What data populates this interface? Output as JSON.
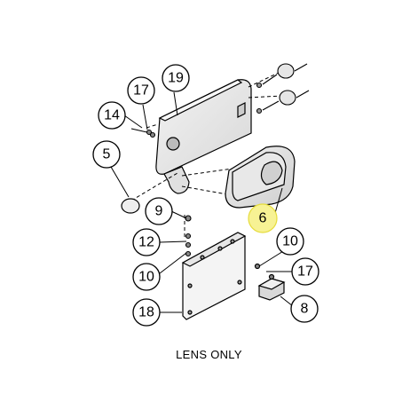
{
  "callouts": {
    "c19": "19",
    "c17a": "17",
    "c14": "14",
    "c5": "5",
    "c9": "9",
    "c12": "12",
    "c10a": "10",
    "c18": "18",
    "c6": "6",
    "c10b": "10",
    "c17b": "17",
    "c8": "8"
  },
  "caption": "LENS ONLY",
  "colors": {
    "highlight": "#f7f294",
    "line": "#000000",
    "part_fill": "#e6e6e6"
  }
}
